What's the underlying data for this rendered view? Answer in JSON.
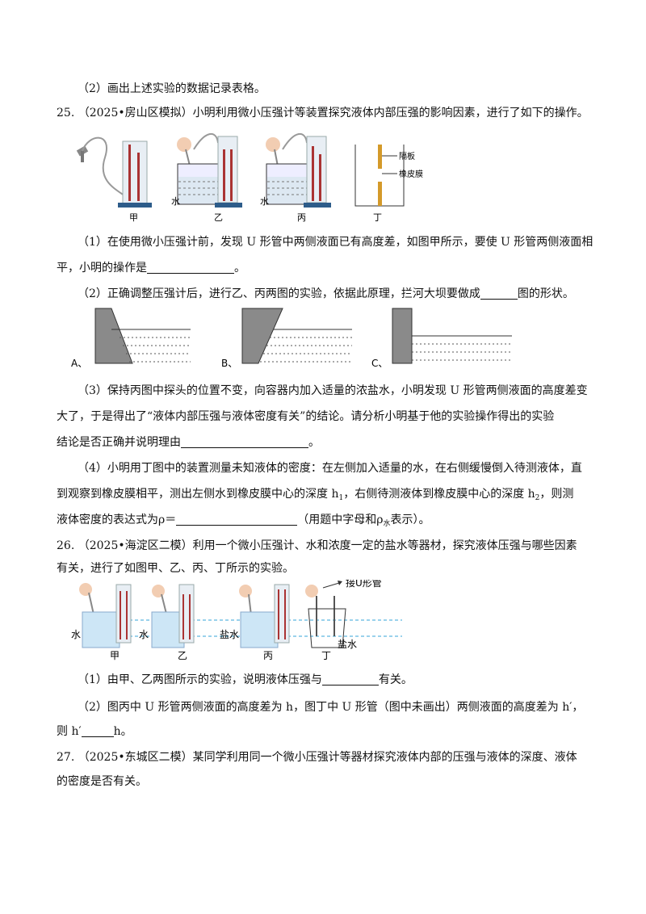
{
  "q24": {
    "line_2": "（2）画出上述实验的数据记录表格。"
  },
  "q25": {
    "number": "25.",
    "source": "（2025•房山区模拟）",
    "stem": "小明利用微小压强计等装置探究液体内部压强的影响因素，进行了如下的操作。",
    "fig_labels": {
      "jia": "甲",
      "yi": "乙",
      "bing": "丙",
      "ding": "丁",
      "water": "水",
      "partition": "隔板",
      "membrane": "橡皮膜"
    },
    "p1_a": "（1）在使用微小压强计前，发现 U 形管中两侧液面已有高度差，如图甲所示，要使 U 形管两侧液面相",
    "p1_b": "平，小明的操作是",
    "p1_c": "。",
    "p2_a": "（2）正确调整压强计后，进行乙、丙两图的实验，依据此原理，拦河大坝要做成",
    "p2_b": "图的形状。",
    "dam_labels": {
      "a": "A、",
      "b": "B、",
      "c": "C、"
    },
    "p3_a": "（3）保持丙图中探头的位置不变，向容器内加入适量的浓盐水，小明发现 U 形管两侧液面的高度差变",
    "p3_b": "大了，于是得出了“液体内部压强与液体密度有关”的结论。请分析小明基于他的实验操作得出的实验",
    "p3_c": "结论是否正确并说明理由",
    "p3_d": "。",
    "p4_a": "（4）小明用丁图中的装置测量未知液体的密度：在左侧加入适量的水，在右侧缓慢倒入待测液体，直",
    "p4_b1": "到观察到橡皮膜相平，测出左侧水到橡皮膜中心的深度 h",
    "p4_b_sub1": "1",
    "p4_b2": "，右侧待测液体到橡皮膜中心的深度 h",
    "p4_b_sub2": "2",
    "p4_b3": "，则测",
    "p4_c1": "液体密度的表达式为ρ＝",
    "p4_c2": "（用题中字母和ρ",
    "p4_c_sub": "水",
    "p4_c3": "表示）。"
  },
  "q26": {
    "number": "26.",
    "source": "（2025•海淀区二模）",
    "stem_a": "利用一个微小压强计、水和浓度一定的盐水等器材，探究液体压强与哪些因素",
    "stem_b": "有关，进行了如图甲、乙、丙、丁所示的实验。",
    "fig_labels": {
      "jia": "甲",
      "yi": "乙",
      "bing": "丙",
      "ding": "丁",
      "water1": "水",
      "water2": "水",
      "brine1": "盐水",
      "brine2": "盐水",
      "connect": "接U形管"
    },
    "p1_a": "（1）由甲、乙两图所示的实验，说明液体压强与",
    "p1_b": "有关。",
    "p2_a": "（2）图丙中 U 形管两侧液面的高度差为 h，图丁中 U 形管（图中未画出）两侧液面的高度差为 h′，",
    "p2_b1": "则 h′",
    "p2_b2": "h。"
  },
  "q27": {
    "number": "27.",
    "source": "（2025•东城区二模）",
    "stem_a": "某同学利用同一个微小压强计等器材探究液体内部的压强与液体的深度、液体",
    "stem_b": "的密度是否有关。"
  }
}
